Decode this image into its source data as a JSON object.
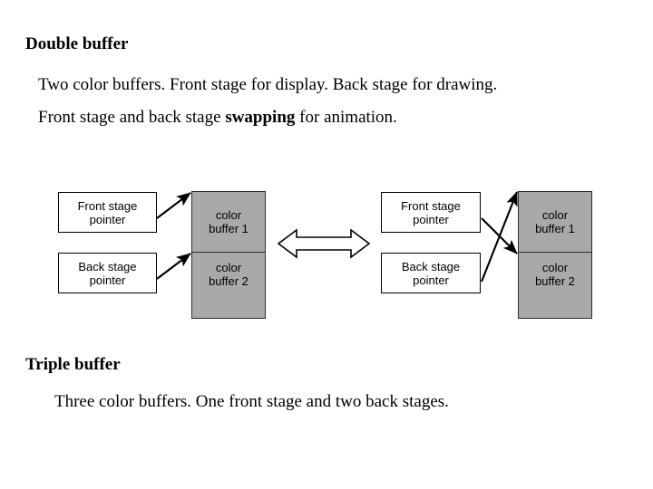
{
  "slide": {
    "section_double": {
      "heading": "Double buffer",
      "line_1": "Two color buffers. Front stage for display. Back stage for drawing.",
      "line_2_before": "Front stage and back stage ",
      "line_2_bold": "swapping",
      "line_2_after": " for animation."
    },
    "section_triple": {
      "heading": "Triple buffer",
      "line_1": "Three color buffers. One front stage and two back stages."
    }
  },
  "diagram": {
    "left": {
      "front_pointer_line1": "Front stage",
      "front_pointer_line2": "pointer",
      "back_pointer_line1": "Back stage",
      "back_pointer_line2": "pointer",
      "buffer1_line1": "color",
      "buffer1_line2": "buffer 1",
      "buffer2_line1": "color",
      "buffer2_line2": "buffer 2"
    },
    "right": {
      "front_pointer_line1": "Front stage",
      "front_pointer_line2": "pointer",
      "back_pointer_line1": "Back stage",
      "back_pointer_line2": "pointer",
      "buffer1_line1": "color",
      "buffer1_line2": "buffer 1",
      "buffer2_line1": "color",
      "buffer2_line2": "buffer 2"
    },
    "swap_arrow_label": "swap-double-arrow",
    "colors": {
      "buffer_fill": "#a9a9a9",
      "outline": "#000000",
      "background": "#ffffff"
    }
  }
}
